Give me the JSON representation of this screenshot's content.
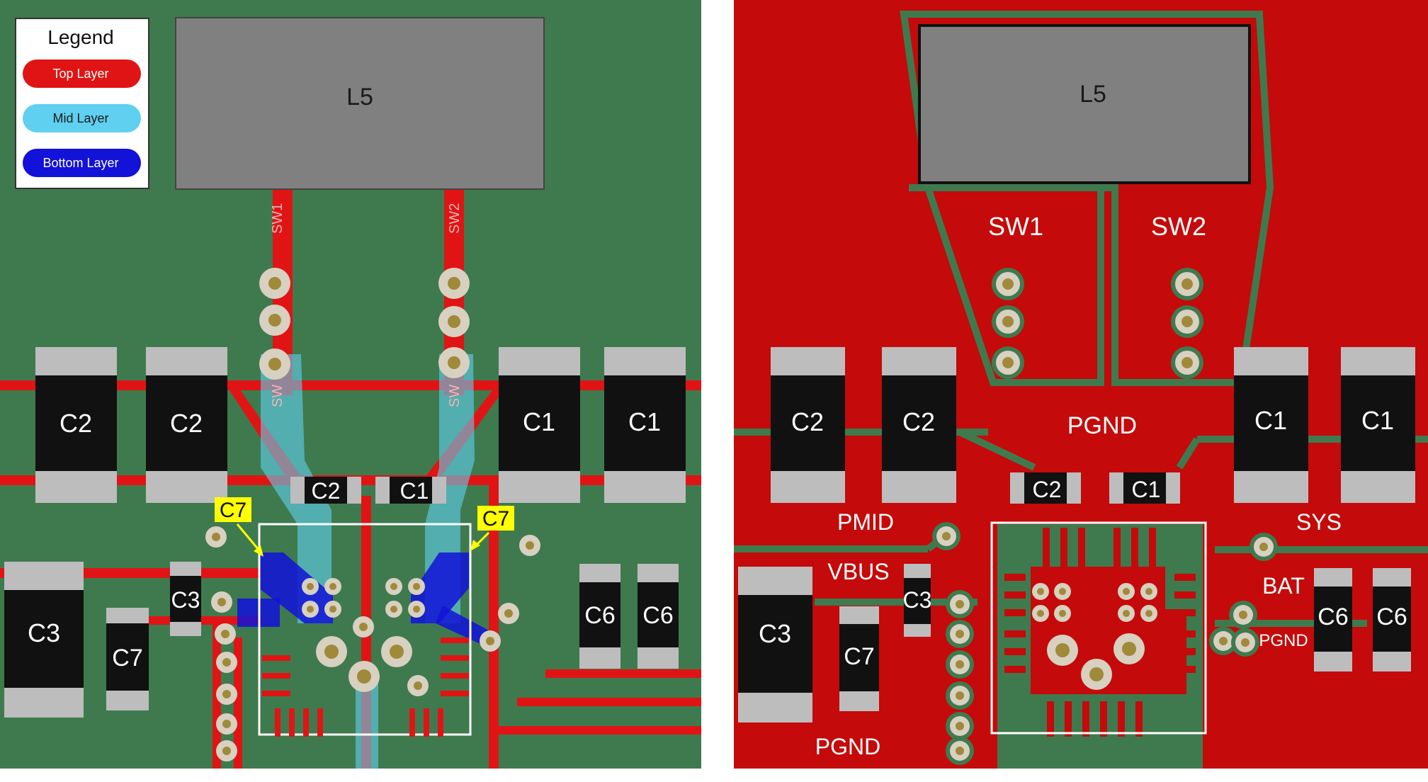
{
  "colors": {
    "board_green": "#3f7a4e",
    "top_layer_red": "#e01414",
    "mid_layer_blue": "#5fd0f0",
    "bottom_layer_blue": "#1212d8",
    "copper_red": "#c40a0a",
    "inductor_gray": "#808080",
    "pad_gray": "#bdbdbd",
    "body_black": "#111111",
    "callout_yellow": "#ffff00",
    "via_ring": "#d8d0c0",
    "via_hole": "#a08a3a"
  },
  "legend": {
    "title": "Legend",
    "items": [
      {
        "label": "Top Layer",
        "color": "#e01414",
        "text_color": "#ffffff"
      },
      {
        "label": "Mid Layer",
        "color": "#5fd0f0",
        "text_color": "#1a1a1a"
      },
      {
        "label": "Bottom Layer",
        "color": "#1212d8",
        "text_color": "#ffffff"
      }
    ]
  },
  "left_panel": {
    "inductor": "L5",
    "sw1_trace_label": "SW1",
    "sw2_trace_label": "SW2",
    "sw_mid_label": "SW",
    "caps": [
      "C2",
      "C2",
      "C1",
      "C1",
      "C2",
      "C1",
      "C3",
      "C3",
      "C7",
      "C6",
      "C6"
    ],
    "callout_left": "C7",
    "callout_right": "C7"
  },
  "right_panel": {
    "inductor": "L5",
    "sw1": "SW1",
    "sw2": "SW2",
    "pgnd_top": "PGND",
    "pmid": "PMID",
    "sys": "SYS",
    "vbus": "VBUS",
    "bat": "BAT",
    "pgnd_right": "PGND",
    "pgnd_bottom": "PGND",
    "caps": [
      "C2",
      "C2",
      "C1",
      "C1",
      "C2",
      "C1",
      "C3",
      "C3",
      "C7",
      "C6",
      "C6"
    ]
  }
}
